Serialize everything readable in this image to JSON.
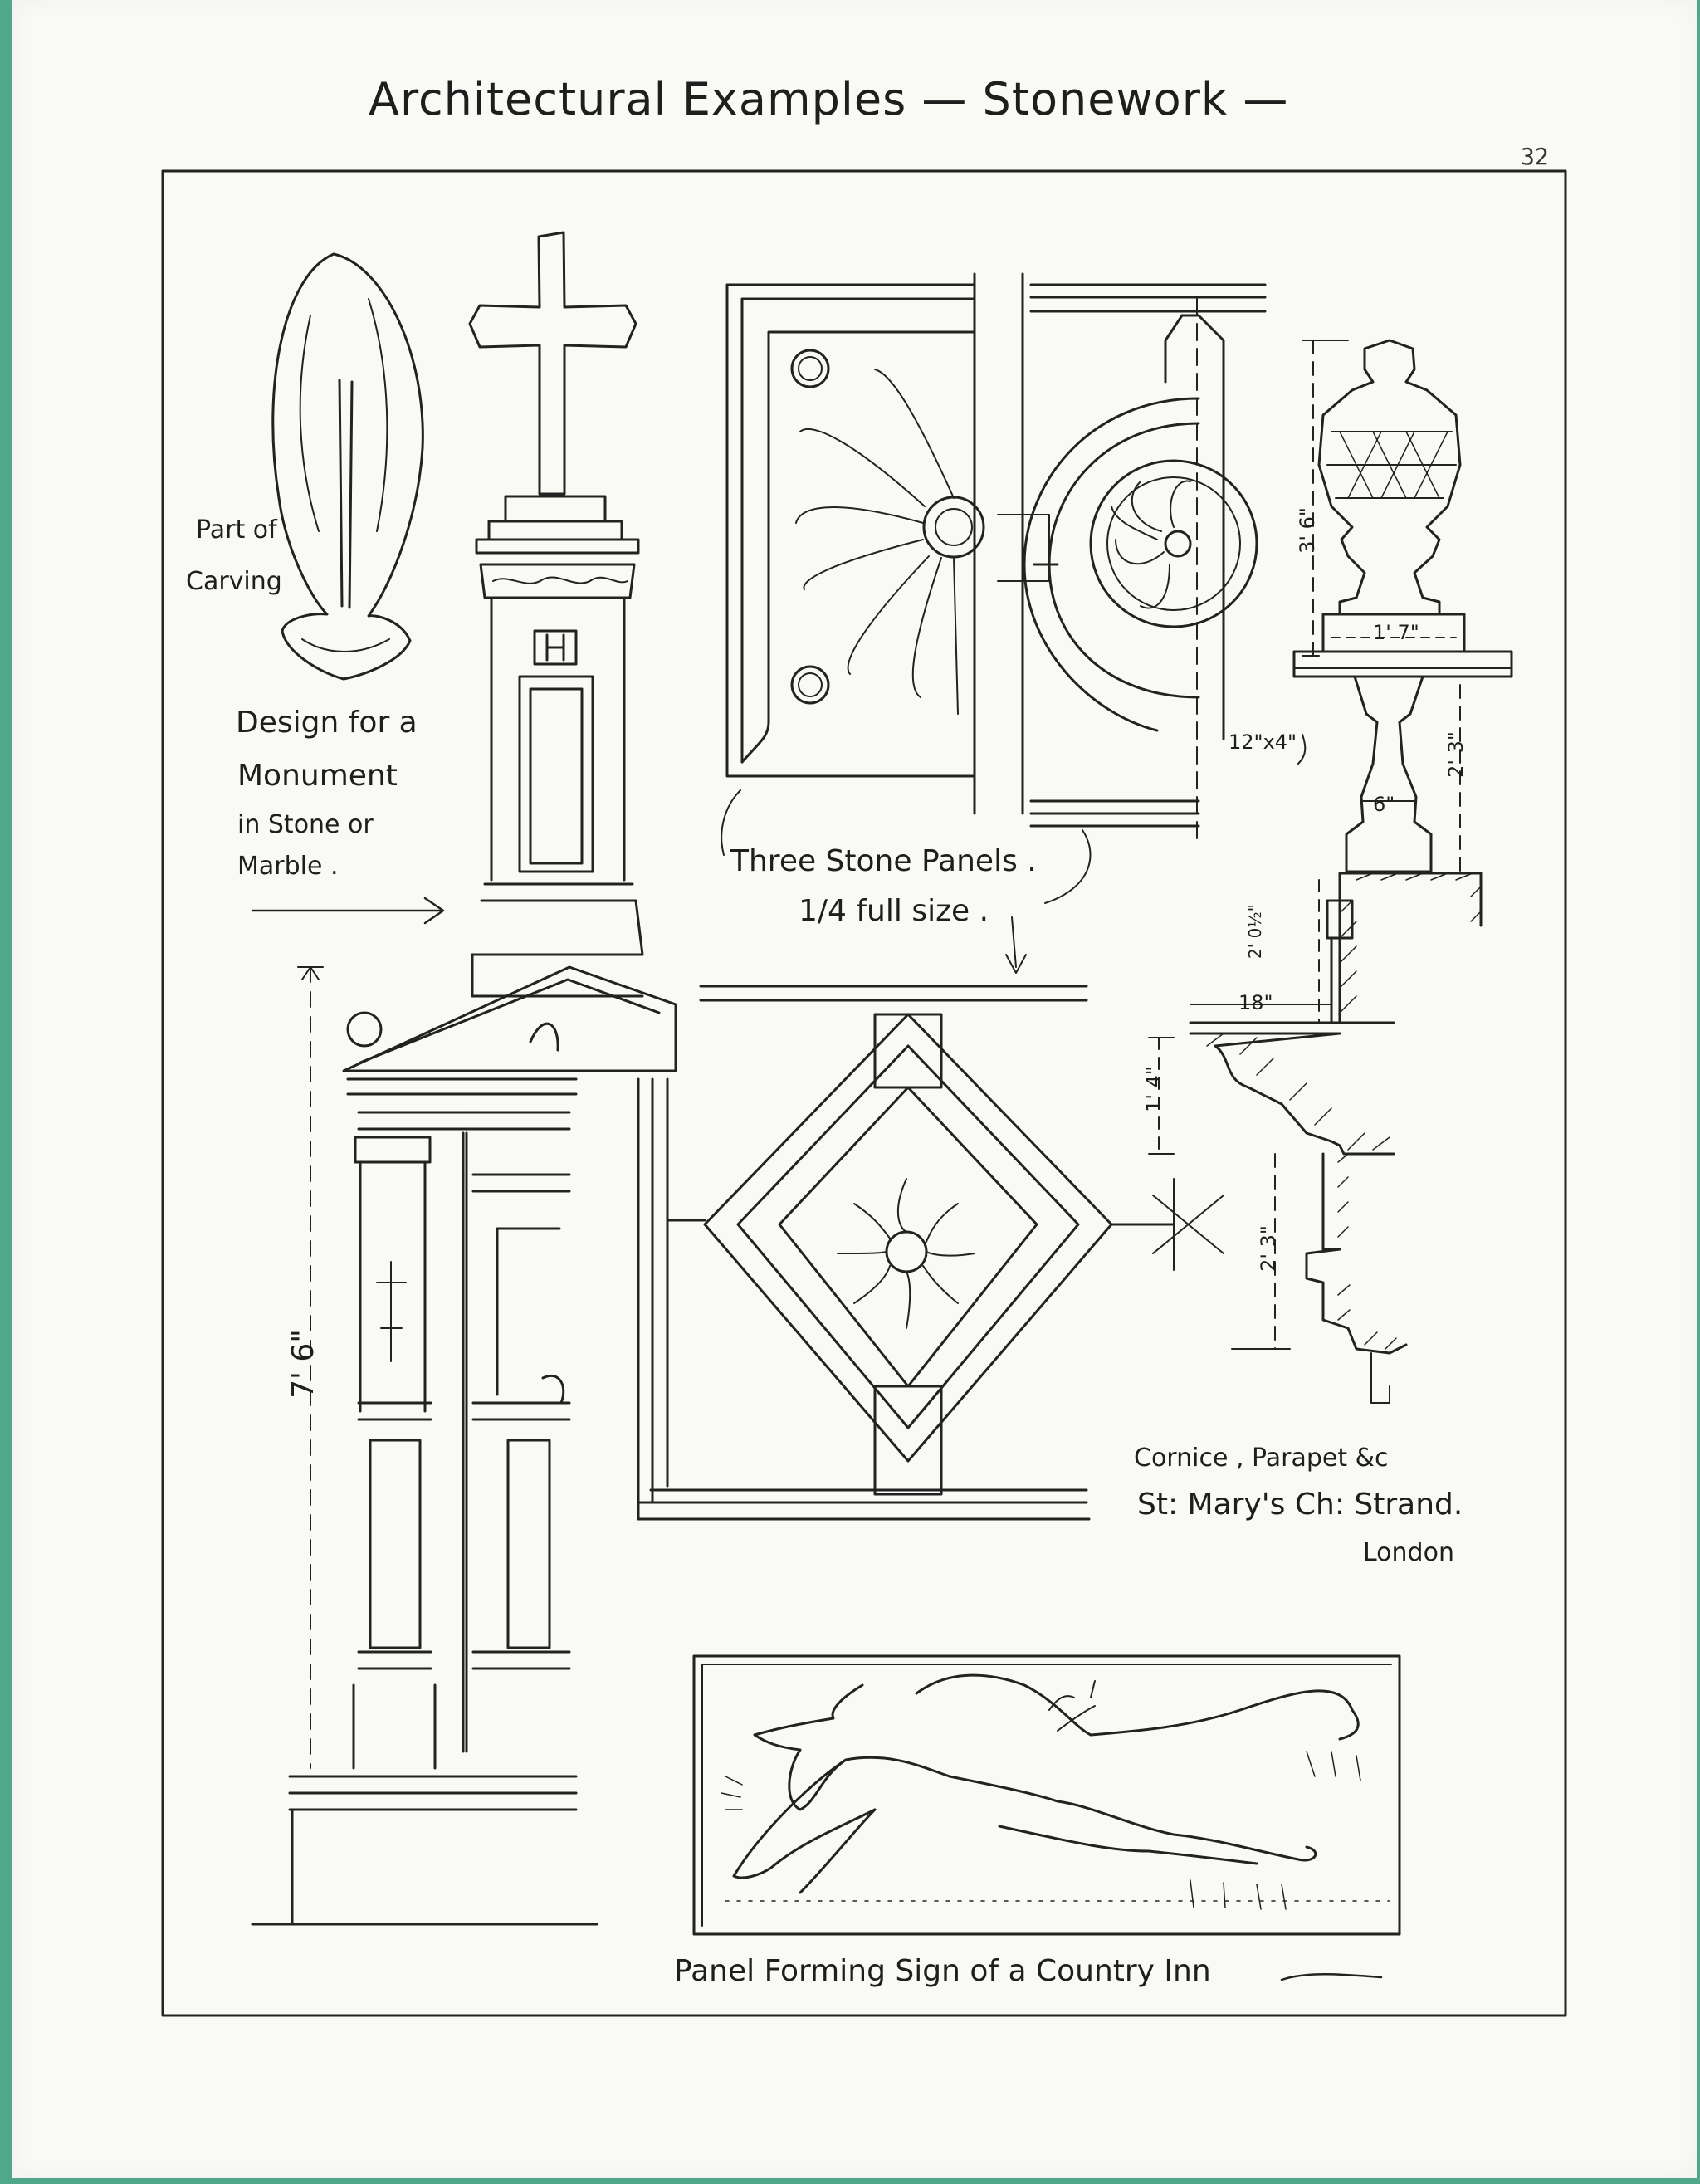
{
  "page": {
    "title": "Architectural Examples — Stonework —",
    "number": "32"
  },
  "labels": {
    "part_of_carving": [
      "Part of",
      "Carving"
    ],
    "monument": [
      "Design for a",
      "Monument",
      "in Stone or",
      "Marble ."
    ],
    "panels": [
      "Three Stone Panels .",
      "1/4 full size ."
    ],
    "cornice": [
      "Cornice , Parapet &c",
      "St: Mary's Ch: Strand.",
      "London"
    ],
    "inn_panel": "Panel Forming Sign of a Country Inn"
  },
  "dimensions": {
    "finial_height": "3' 6\"",
    "finial_base": "1' 7\"",
    "rail": "12\"x4\"",
    "baluster_height": "2' 3\"",
    "baluster_width": "6\"",
    "plinth": "2' 0½\"",
    "projection": "18\"",
    "cornice_depth": "1' 4\"",
    "frieze": "2' 3\"",
    "monument_height": "7' 6\""
  }
}
